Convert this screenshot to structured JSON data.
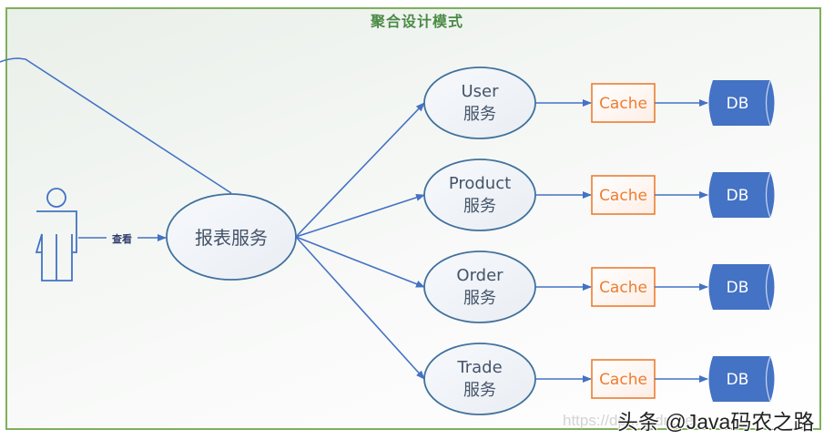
{
  "title": "聚合设计模式",
  "actor": {
    "name": "user",
    "edge_label": "查看"
  },
  "aggregator": {
    "label": "报表服务"
  },
  "services": [
    {
      "name": "User",
      "suffix": "服务",
      "cache": "Cache",
      "db": "DB"
    },
    {
      "name": "Product",
      "suffix": "服务",
      "cache": "Cache",
      "db": "DB"
    },
    {
      "name": "Order",
      "suffix": "服务",
      "cache": "Cache",
      "db": "DB"
    },
    {
      "name": "Trade",
      "suffix": "服务",
      "cache": "Cache",
      "db": "DB"
    }
  ],
  "colors": {
    "frame": "#7fb05a",
    "title": "#4b8a45",
    "line": "#4472c4",
    "ellipse_stroke": "#41719c",
    "ellipse_text": "#44546a",
    "cache_stroke": "#ed7d31",
    "cache_text": "#ed7d31",
    "db_fill": "#4472c4",
    "db_text": "#ffffff"
  },
  "watermark": {
    "text": "头条 @Java码农之路",
    "url_text": "https://dp...csdn.net"
  }
}
